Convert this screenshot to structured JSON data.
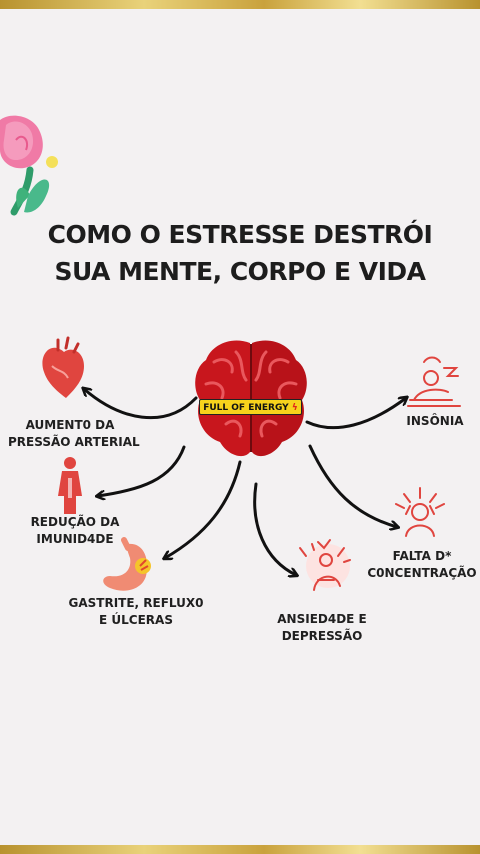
{
  "title": {
    "line1": "COMO O ESTRESSE DESTRÓI",
    "line2": "SUA MENTE, CORPO E VIDA"
  },
  "center": {
    "icon": "brain-icon",
    "badge_text": "FULL OF ENERGY",
    "badge_symbol": "ϟ"
  },
  "effects": [
    {
      "icon": "heart-icon",
      "line1": "AUMENT0 DA",
      "line2": "PRESSÃO ARTERIAL"
    },
    {
      "icon": "body-icon",
      "line1": "REDUÇÃO DA",
      "line2": "IMUNID4DE"
    },
    {
      "icon": "stomach-icon",
      "line1": "GASTRITE, REFLUX0",
      "line2": "E ÚLCERAS"
    },
    {
      "icon": "anxious-person-icon",
      "line1": "ANSIED4DE E",
      "line2": "DEPRESSÃO"
    },
    {
      "icon": "headache-person-icon",
      "line1": "FALTA D*",
      "line2": "C0NCENTRAÇÃO"
    },
    {
      "icon": "sleepless-person-icon",
      "line1": "INSÔNIA",
      "line2": ""
    }
  ],
  "colors": {
    "background": "#f3f1f2",
    "gold": "#d8b957",
    "brain_red": "#c8161d",
    "icon_red": "#e0453f",
    "arrow": "#111111"
  }
}
